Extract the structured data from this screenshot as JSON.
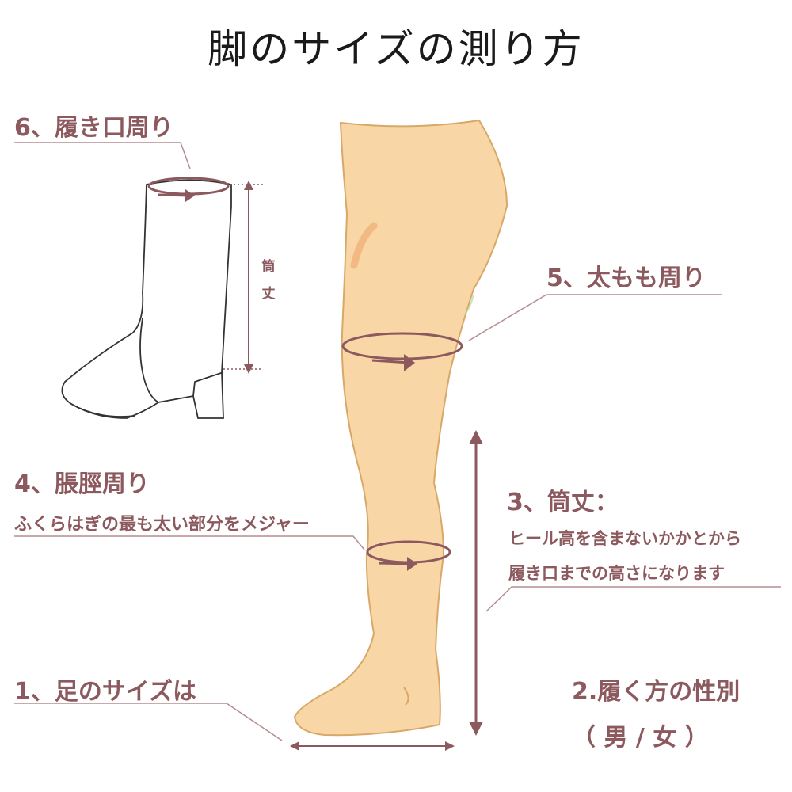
{
  "title": "脚のサイズの測り方",
  "labels": {
    "opening": "6、履き口周り",
    "shaft_vertical_1": "筒",
    "shaft_vertical_2": "丈",
    "thigh": "5、太もも周り",
    "calf": "4、脹脛周り",
    "calf_desc": "ふくらはぎの最も太い部分をメジャー",
    "shaft": "3、筒丈：",
    "shaft_desc_1": "ヒール高を含まないかかとから",
    "shaft_desc_2": "履き口までの高さになります",
    "foot": "1、足のサイズは",
    "gender": "2.履く方の性別",
    "gender_opts": "（ 男 / 女 ）"
  },
  "colors": {
    "label": "#8c5a5e",
    "line": "#b58d90",
    "skin": "#f8d6a6",
    "skin_outline": "#d9a868"
  }
}
